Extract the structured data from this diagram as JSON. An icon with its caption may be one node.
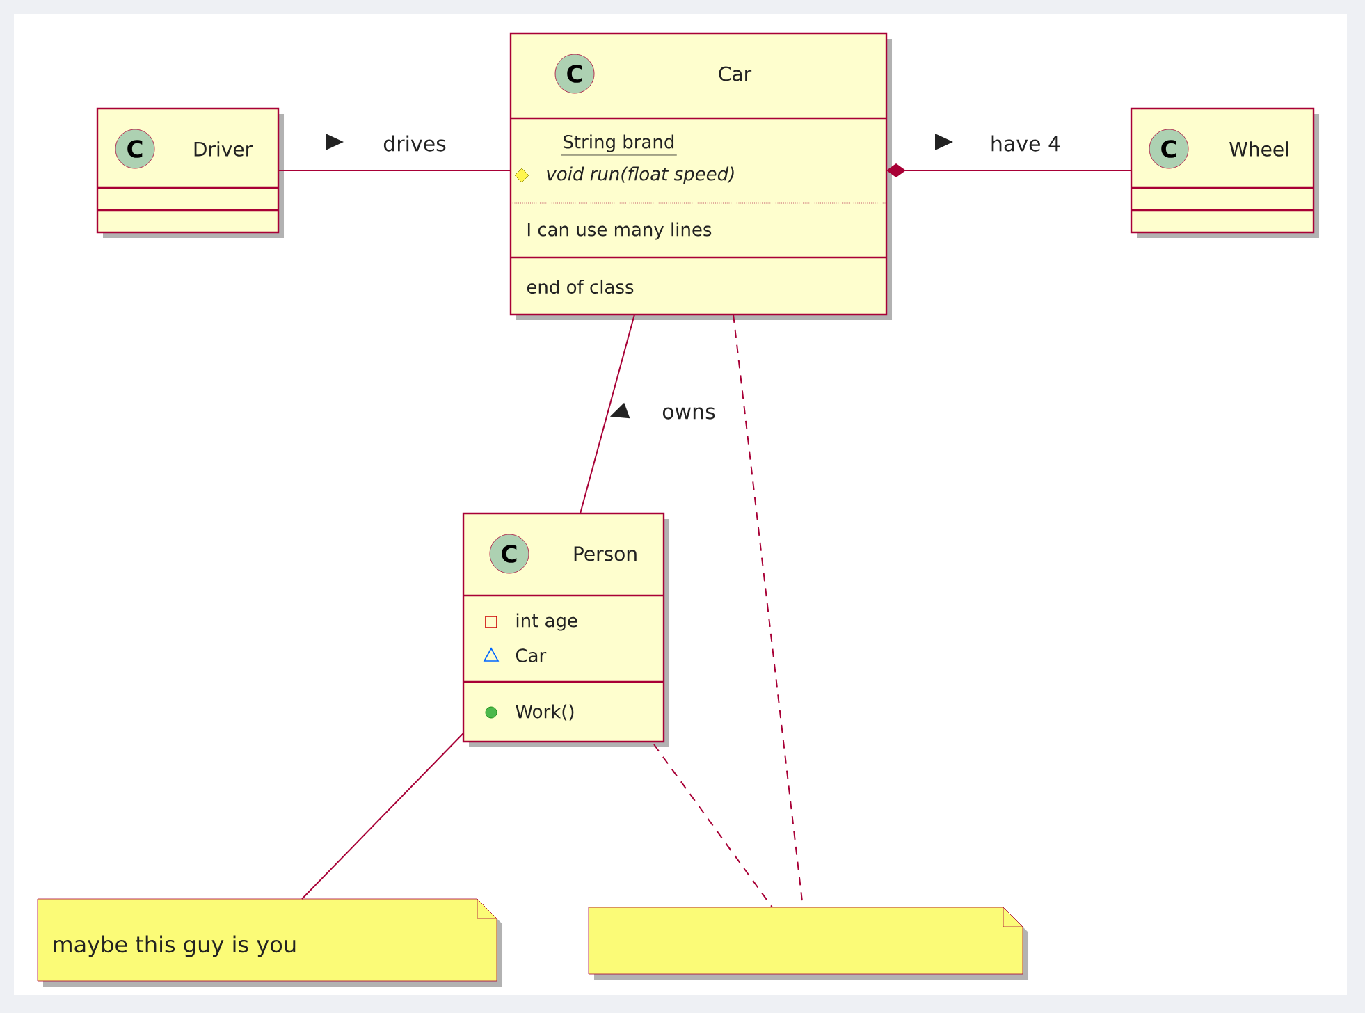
{
  "diagram": {
    "nodes": [
      {
        "text": [
          "Driver"
        ]
      },
      {
        "text": [
          "Car",
          "String brand",
          "void run(float speed)",
          "I can use many lines",
          "end of class"
        ]
      },
      {
        "text": [
          "Wheel"
        ]
      },
      {
        "text": [
          "Person",
          "int age",
          "Car",
          "Work()"
        ]
      },
      {
        "text": [
          "maybe this guy is you"
        ]
      },
      {
        "text": [],
        "shape": "note"
      }
    ],
    "edges": [
      {
        "from": 0,
        "to": 1,
        "arrow": "none",
        "label": "drives"
      },
      {
        "from": 1,
        "to": 2,
        "arrow": "other",
        "label": "have 4"
      },
      {
        "from": 1,
        "to": 3,
        "arrow": "none",
        "label": "owns"
      },
      {
        "from": 3,
        "to": 4,
        "arrow": "none"
      },
      {
        "from": 3,
        "to": 5,
        "arrow": "none",
        "style": "dashed"
      },
      {
        "from": 1,
        "to": 5,
        "arrow": "none",
        "style": "dashed"
      }
    ],
    "labels": [
      "C",
      "C",
      "C",
      "C"
    ]
  }
}
